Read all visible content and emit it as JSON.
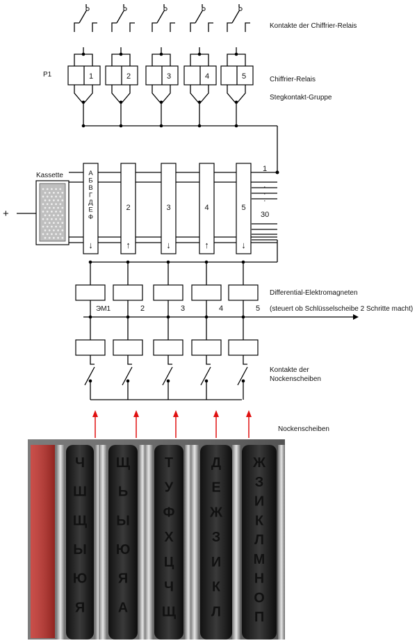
{
  "labels": {
    "kontakte_relais": "Kontakte der Chiffrier-Relais",
    "p1": "P1",
    "chiffrier_relais": "Chiffrier-Relais",
    "stegkontakt": "Stegkontakt-Gruppe",
    "kassette": "Kassette",
    "plus": "+",
    "line_first": "1",
    "line_last": "30",
    "dots": "·",
    "diff_em_1": "Differential-Elektromagneten",
    "diff_em_2": "(steuert ob Schlüsselscheibe 2 Schritte macht)",
    "em1": "ЭМ1",
    "nocken_kontakte_1": "Kontakte der",
    "nocken_kontakte_2": "Nockenscheiben",
    "nockenscheiben": "Nockenscheiben"
  },
  "relays": [
    "1",
    "2",
    "3",
    "4",
    "5"
  ],
  "em_numbers": [
    "2",
    "3",
    "4",
    "5"
  ],
  "drums": [
    {
      "label": "",
      "arrow": "↓",
      "letters": [
        "А",
        "Б",
        "В",
        "Г",
        "Д",
        "Е",
        "Ф"
      ]
    },
    {
      "label": "2",
      "arrow": "↑"
    },
    {
      "label": "3",
      "arrow": "↓"
    },
    {
      "label": "4",
      "arrow": "↑"
    },
    {
      "label": "5",
      "arrow": "↓"
    }
  ],
  "photo": {
    "wheel_glyphs": [
      [
        "Ч",
        "Ш",
        "Щ",
        "Ы",
        "Ю",
        "Я"
      ],
      [
        "Щ",
        "Ь",
        "Ы",
        "Ю",
        "Я",
        "А"
      ],
      [
        "Т",
        "У",
        "Ф",
        "Х",
        "Ц",
        "Ч",
        "Щ"
      ],
      [
        "Д",
        "Е",
        "Ж",
        "З",
        "И",
        "К",
        "Л"
      ],
      [
        "Ж",
        "З",
        "И",
        "К",
        "Л",
        "М",
        "Н",
        "О",
        "П"
      ]
    ]
  },
  "colors": {
    "arrow_red": "#e01010",
    "wire": "#000000",
    "frame_red": "#c0302a",
    "wheel_dark": "#1c1c1c"
  }
}
